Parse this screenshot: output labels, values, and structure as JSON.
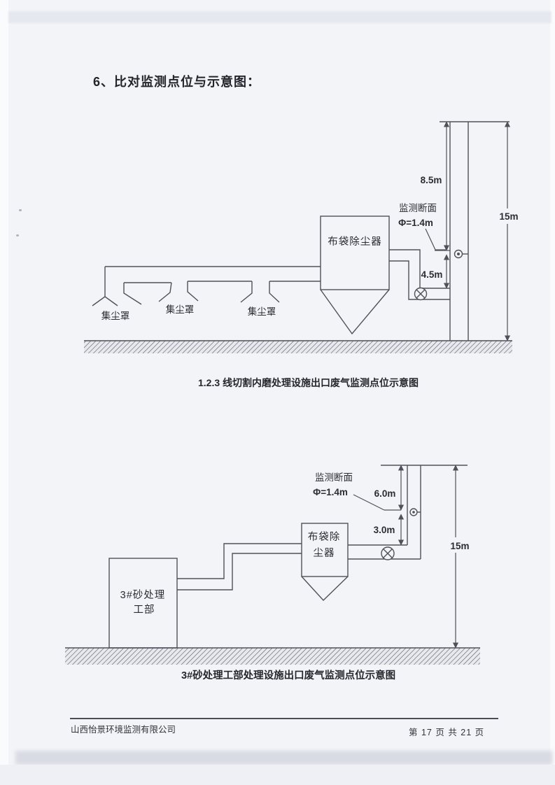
{
  "colors": {
    "line": "#50505a",
    "text": "#2c2c34",
    "page_bg": "#f3f4f7",
    "hatch_bg": "#e8e9ee"
  },
  "page": {
    "title": "6、比对监测点位与示意图：",
    "footer_company": "山西怡景环境监测有限公司",
    "footer_page": "第 17 页 共 21 页"
  },
  "diagram1": {
    "caption": "1.2.3 线切割内磨处理设施出口废气监测点位示意图",
    "baghouse_label": "布袋除尘器",
    "hoods": [
      "集尘罩",
      "集尘罩",
      "集尘罩"
    ],
    "monitor_line1": "监测断面",
    "monitor_line2": "Φ=1.4m",
    "dim_upper": "8.5m",
    "dim_lower": "4.5m",
    "dim_total": "15m"
  },
  "diagram2": {
    "caption": "3#砂处理工部处理设施出口废气监测点位示意图",
    "baghouse_line1": "布袋除",
    "baghouse_line2": "尘器",
    "workshop_line1": "3#砂处理",
    "workshop_line2": "工部",
    "monitor_line1": "监测断面",
    "monitor_line2": "Φ=1.4m",
    "dim_upper": "6.0m",
    "dim_lower": "3.0m",
    "dim_total": "15m"
  }
}
